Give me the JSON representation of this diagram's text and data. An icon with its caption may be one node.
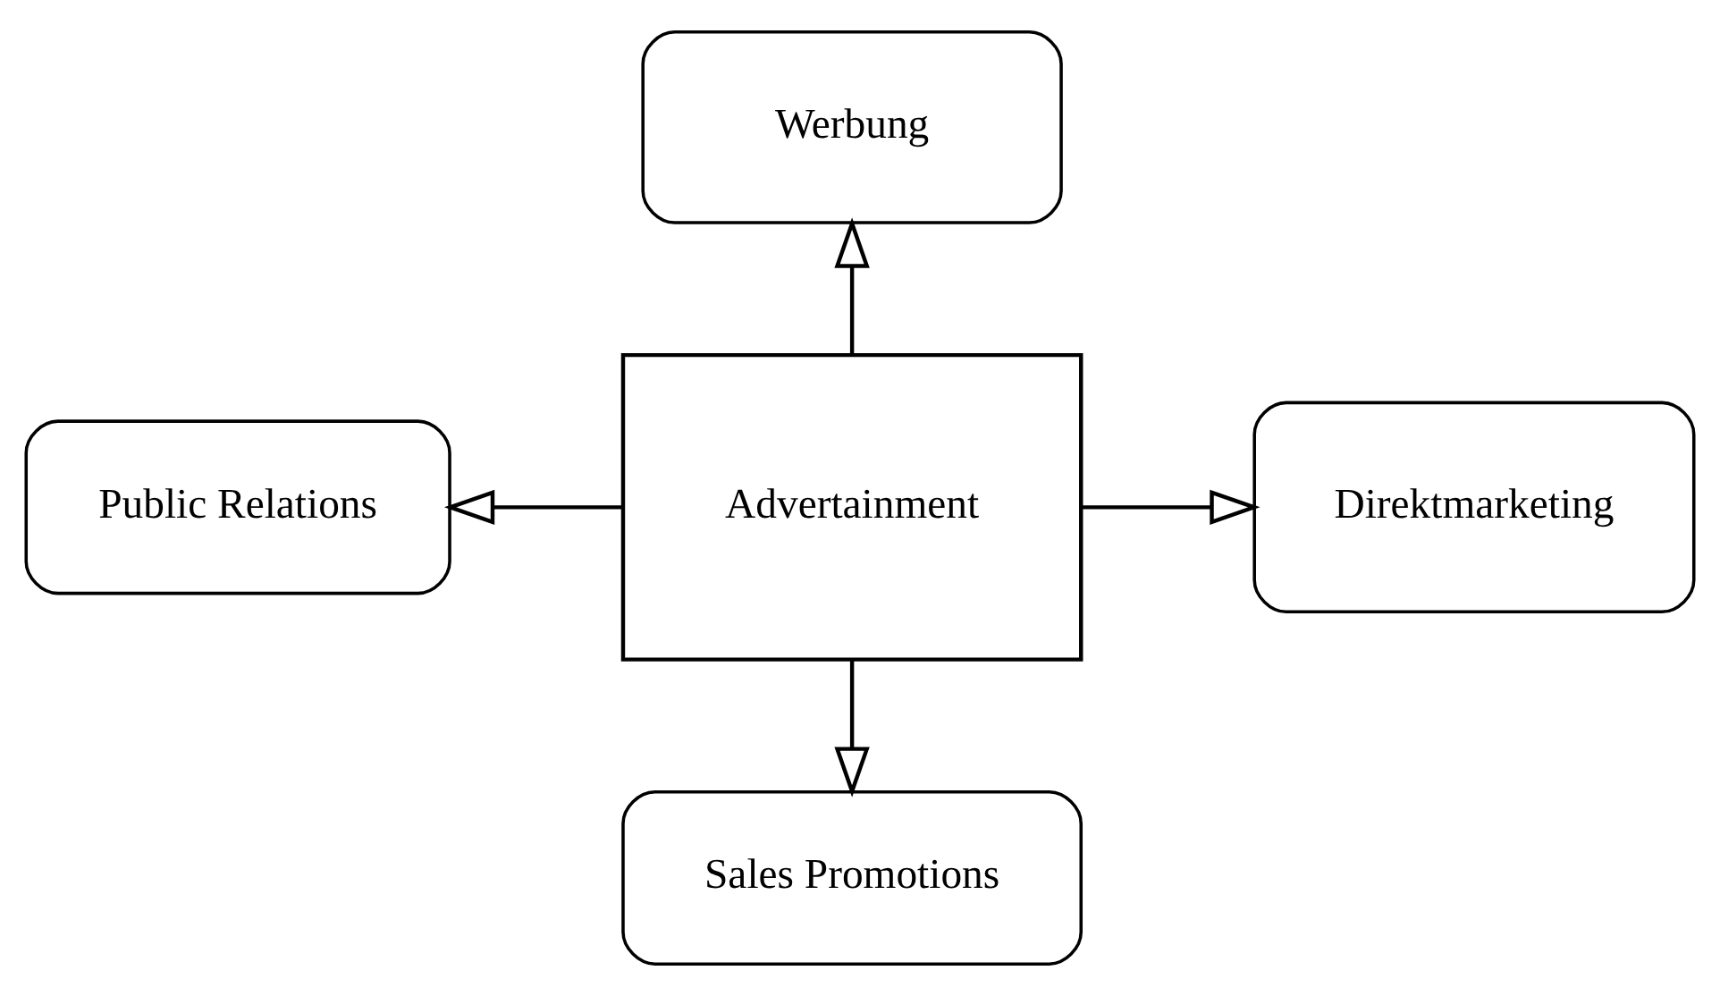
{
  "diagram": {
    "nodes": [
      {
        "text": [
          "Werbung"
        ]
      },
      {
        "text": [
          "Public Relations"
        ]
      },
      {
        "text": [
          "Advertainment"
        ]
      },
      {
        "text": [
          "Direktmarketing"
        ]
      },
      {
        "text": [
          "Sales Promotions"
        ]
      }
    ],
    "edges": [
      {
        "from": 2,
        "to": 0,
        "arrow": "to"
      },
      {
        "from": 2,
        "to": 1,
        "arrow": "to"
      },
      {
        "from": 2,
        "to": 3,
        "arrow": "to"
      },
      {
        "from": 2,
        "to": 4,
        "arrow": "to"
      }
    ]
  }
}
